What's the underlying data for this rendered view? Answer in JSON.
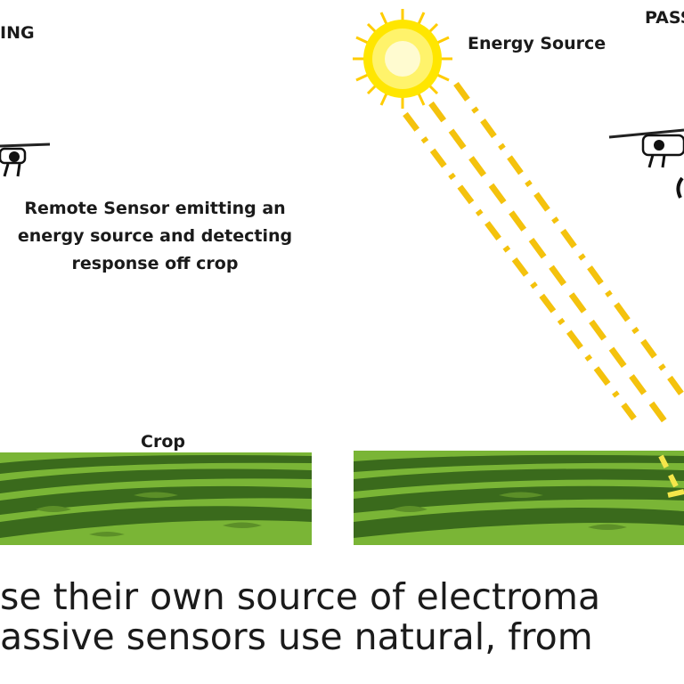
{
  "panels": {
    "left": {
      "title": "ING",
      "sensor_text": "Remote Sensor emitting an energy source and detecting response off crop",
      "sensor_lines": [
        "Remote Sensor emitting an",
        "energy source and detecting",
        "response off crop"
      ],
      "crop_label": "Crop"
    },
    "right": {
      "title": "PASS",
      "energy_label": "Energy Source"
    }
  },
  "caption": {
    "line1": "se their own source of electroma",
    "line2": "assive sensors use natural, from"
  },
  "colors": {
    "ray": "#f4c20d",
    "sun_core": "#ffe600",
    "sun_rays": "#ffcc00",
    "field_dark": "#3a6a1c",
    "field_light": "#7ab536",
    "field_mid": "#5c8f28"
  },
  "icons": [
    "drone-icon",
    "sun-icon"
  ]
}
